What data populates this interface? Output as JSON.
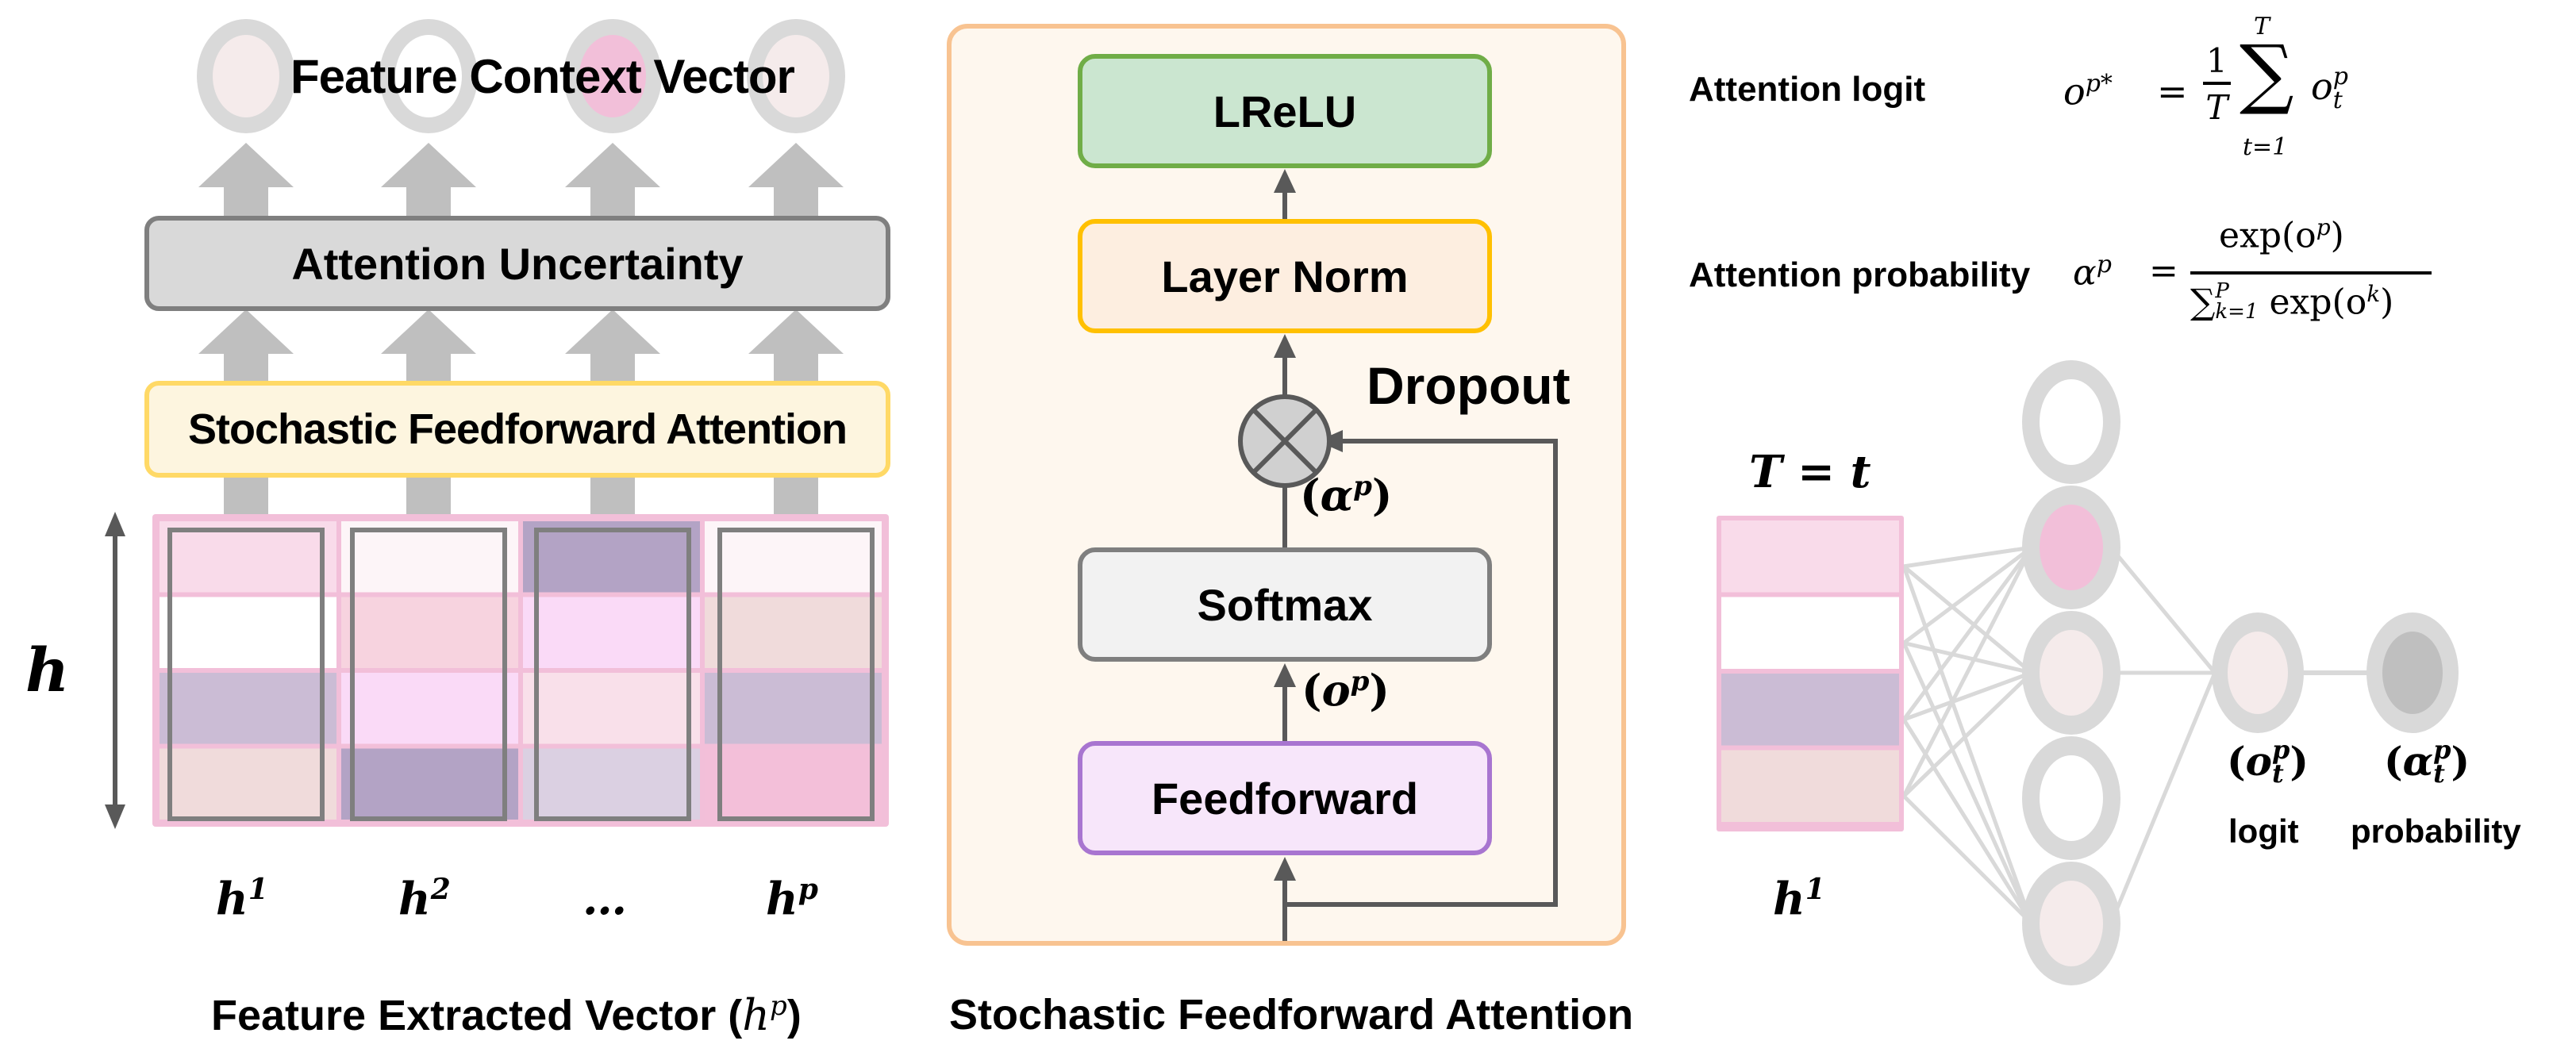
{
  "left_panel": {
    "context_label": "Feature Context Vector",
    "uncertainty_label": "Attention Uncertainty",
    "sfa_label": "Stochastic Feedforward Attention",
    "axis_label": "h",
    "columns": [
      {
        "label_base": "h",
        "label_sup": "1"
      },
      {
        "label_base": "h",
        "label_sup": "2"
      },
      {
        "label_base": "…",
        "label_sup": ""
      },
      {
        "label_base": "h",
        "label_sup": "p"
      }
    ],
    "caption_text": "Feature Extracted Vector (",
    "caption_math_base": "h",
    "caption_math_sup": "p",
    "caption_close": ")",
    "context_nodes": [
      {
        "fill": "#f5ebeb"
      },
      {
        "fill": "#ffffff"
      },
      {
        "fill": "#f2bfd9"
      },
      {
        "fill": "#f5ebeb"
      }
    ],
    "grid_cells": [
      [
        "#f9dbea",
        "#fdf5f8",
        "#b3a3c5",
        "#fdf5f8"
      ],
      [
        "#ffffff",
        "#f7d3df",
        "#fadaf7",
        "#f0dbdb"
      ],
      [
        "#cbbcd5",
        "#fadaf7",
        "#f9e0ea",
        "#cbbcd5"
      ],
      [
        "#f0dbdb",
        "#b3a3c5",
        "#dbd0e2",
        "#f3bfd9"
      ]
    ],
    "colors": {
      "grid_border": "#f2bfd9",
      "arrow": "#bfbfbf",
      "node_ring": "#d9d9d9",
      "uncertainty_fill": "#d9d9d9",
      "uncertainty_border": "#7f7f7f",
      "sfa_fill": "#fdf5df",
      "sfa_border": "#ffd966",
      "column_frame": "#7f7f7f"
    }
  },
  "middle_panel": {
    "blocks": [
      {
        "id": "lrelu",
        "label": "LReLU",
        "fill": "#cbe6d0",
        "border": "#70ad47"
      },
      {
        "id": "layernorm",
        "label": "Layer Norm",
        "fill": "#fdeee0",
        "border": "#ffc000"
      },
      {
        "id": "softmax",
        "label": "Softmax",
        "fill": "#f2f2f2",
        "border": "#7f7f7f"
      },
      {
        "id": "feedforward",
        "label": "Feedforward",
        "fill": "#f7e6fa",
        "border": "#a875d0"
      }
    ],
    "dropout_label": "Dropout",
    "alpha_label": {
      "base": "α",
      "sup": "p"
    },
    "o_label": {
      "base": "o",
      "sup": "p"
    },
    "caption": "Stochastic Feedforward Attention",
    "colors": {
      "panel_fill": "#fef7ee",
      "panel_border": "#f8c391",
      "line": "#595959",
      "dropout_fill": "#d0d0d0"
    }
  },
  "formulas": {
    "logit_title": "Attention logit",
    "logit_lhs_base": "o",
    "logit_lhs_sup": "p*",
    "logit_frac_num": "1",
    "logit_frac_den": "T",
    "logit_sum_upper": "T",
    "logit_sum_lower": "t=1",
    "logit_term_base": "o",
    "logit_term_sup": "p",
    "logit_term_sub": "t",
    "prob_title": "Attention probability",
    "prob_lhs_base": "α",
    "prob_lhs_sup": "p",
    "prob_num": "exp(o",
    "prob_num_sup": "p",
    "prob_num_close": ")",
    "prob_den_sum": "∑",
    "prob_den_sum_upper": "P",
    "prob_den_sum_lower": "k=1",
    "prob_den_rest": "exp(o",
    "prob_den_sup": "k",
    "prob_den_close": ")",
    "equals": "="
  },
  "right_panel": {
    "time_label": "T = t",
    "input_label_base": "h",
    "input_label_sup": "1",
    "input_cells": [
      "#f9dbea",
      "#ffffff",
      "#cbbcd5",
      "#f0dbdb"
    ],
    "hidden_nodes": [
      {
        "fill": "#ffffff"
      },
      {
        "fill": "#f2bfd9"
      },
      {
        "fill": "#f5ebeb"
      },
      {
        "fill": "#ffffff"
      },
      {
        "fill": "#f5ebeb"
      }
    ],
    "logit_node_fill": "#f5ebeb",
    "prob_node_fill": "#bfbfbf",
    "logit_math": {
      "base": "o",
      "sup": "p",
      "sub": "t"
    },
    "logit_caption": "logit",
    "prob_math": {
      "base": "α",
      "sup": "p",
      "sub": "t"
    },
    "prob_caption": "probability",
    "colors": {
      "edge": "#d9d9d9",
      "node_ring": "#d9d9d9",
      "stack_border": "#f2bfd9",
      "stack_sep": "#dbd0e2"
    }
  }
}
